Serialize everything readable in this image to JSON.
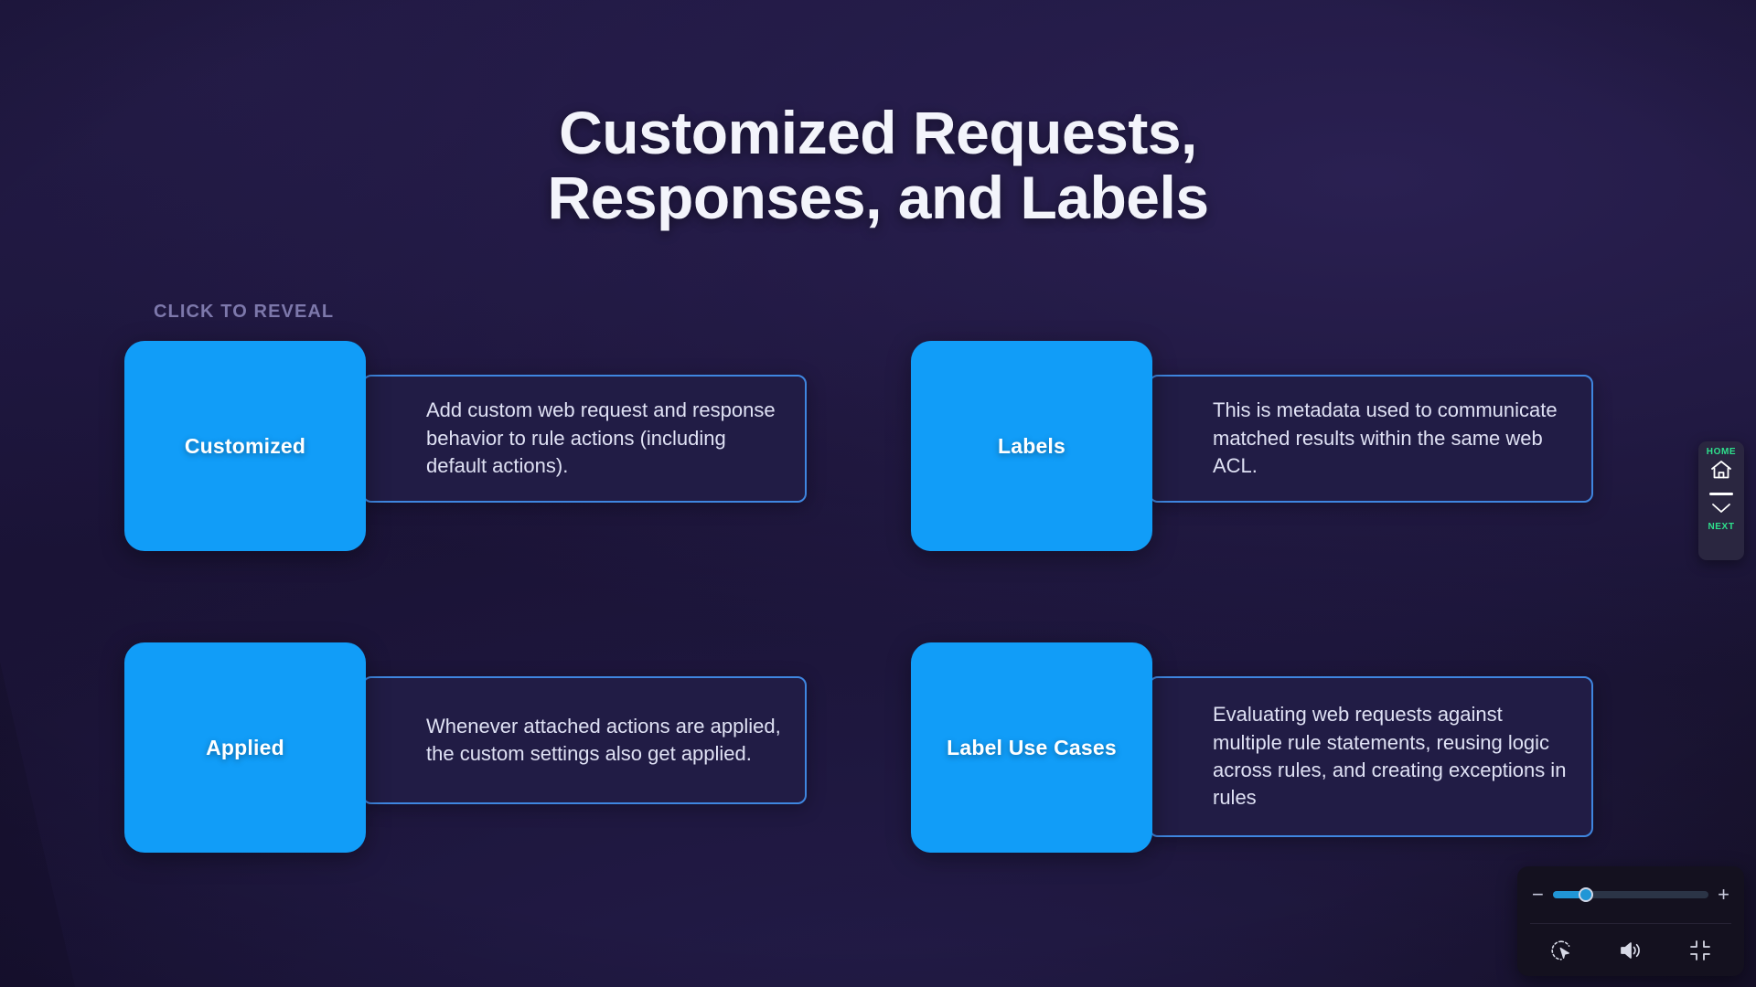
{
  "page": {
    "title_line1": "Customized Requests,",
    "title_line2": "Responses, and Labels",
    "reveal_hint": "CLICK TO REVEAL",
    "background_color": "#1a1437",
    "accent_tile_color": "#119df8",
    "panel_border_color": "#3f86e0",
    "panel_fill_color": "#211c45",
    "nav_accent_color": "#2ee08c"
  },
  "cards": [
    {
      "key": "customized",
      "label": "Customized",
      "description": "Add custom web request and response behavior to rule actions (including default actions)."
    },
    {
      "key": "labels",
      "label": "Labels",
      "description": "This is metadata used to communicate matched results within the same web ACL."
    },
    {
      "key": "applied",
      "label": "Applied",
      "description": "Whenever attached actions are applied, the custom settings also get applied."
    },
    {
      "key": "label-use-cases",
      "label": "Label Use Cases",
      "description": "Evaluating web requests against multiple rule statements, reusing logic across rules, and creating exceptions in rules"
    }
  ],
  "side_nav": {
    "home_label": "HOME",
    "next_label": "NEXT",
    "home_icon": "home-icon",
    "next_icon": "chevron-down-icon"
  },
  "toolbar": {
    "zoom_out_label": "−",
    "zoom_in_label": "+",
    "zoom_value_percent": 21,
    "buttons": [
      {
        "key": "pointer",
        "icon": "cursor-select-icon"
      },
      {
        "key": "volume",
        "icon": "volume-icon"
      },
      {
        "key": "fullscreen",
        "icon": "fullscreen-exit-icon"
      }
    ]
  }
}
